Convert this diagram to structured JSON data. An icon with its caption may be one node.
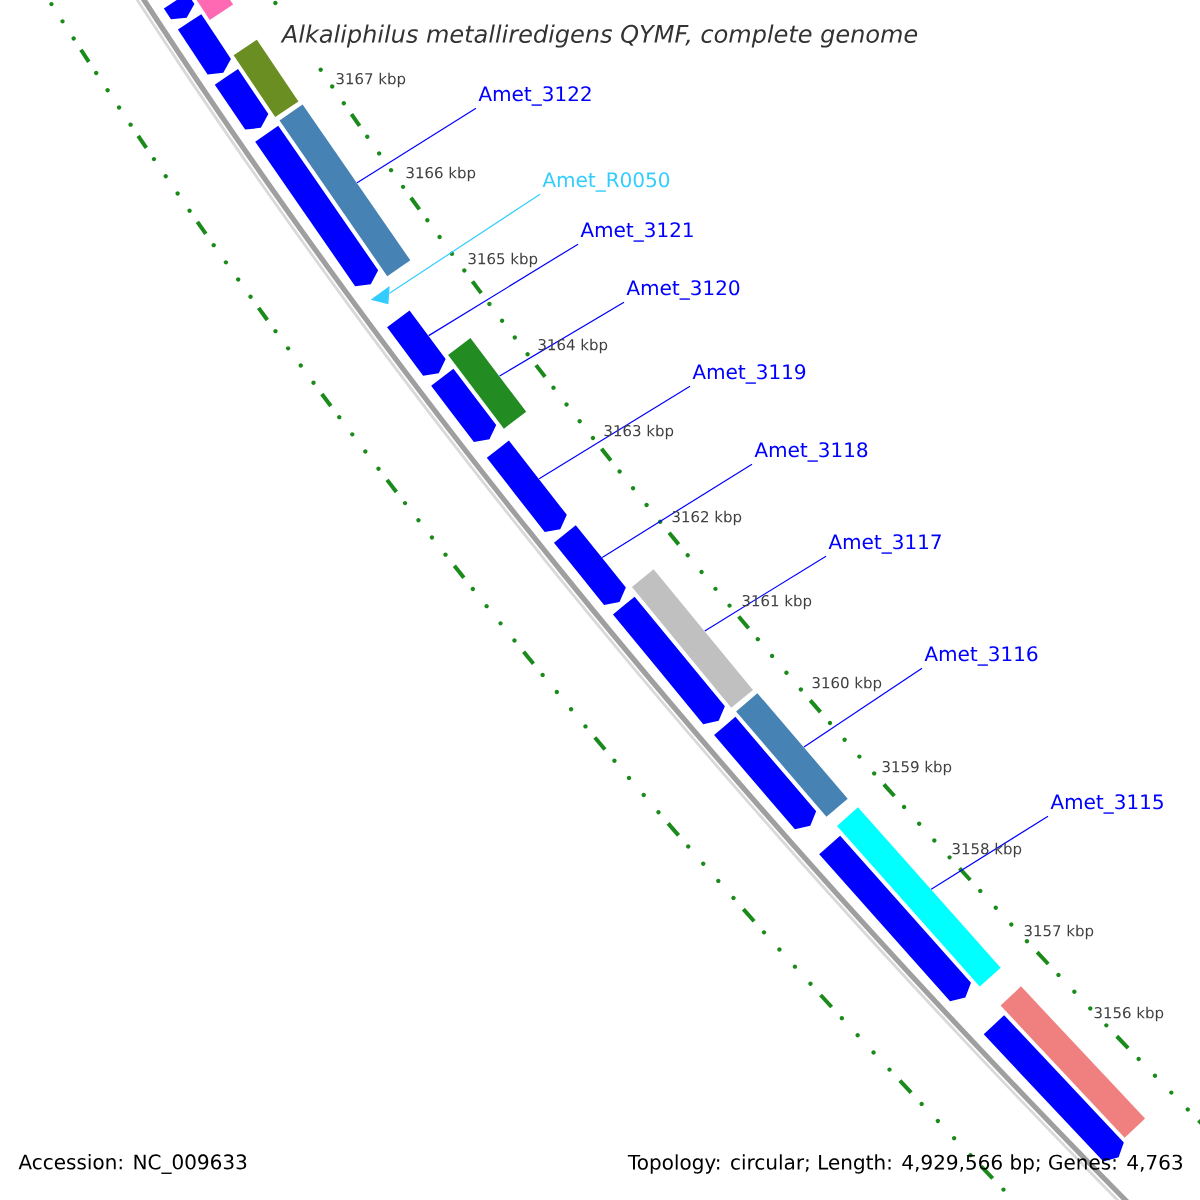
{
  "diagram": {
    "title": "Alkaliphilus metalliredigens QYMF, complete genome",
    "nodes": [
      {
        "text": [
          "Amet_3122"
        ]
      },
      {
        "text": [
          "Amet_R0050"
        ]
      },
      {
        "text": [
          "Amet_3121"
        ]
      },
      {
        "text": [
          "Amet_3120"
        ]
      },
      {
        "text": [
          "Amet_3119"
        ]
      },
      {
        "text": [
          "Amet_3118"
        ]
      },
      {
        "text": [
          "Amet_3117"
        ]
      },
      {
        "text": [
          "Amet_3116"
        ]
      },
      {
        "text": [
          "Amet_3115"
        ]
      },
      {
        "text": [],
        "shape": "pentagon"
      },
      {
        "text": [],
        "shape": "bar"
      },
      {
        "text": [],
        "shape": "pentagon"
      },
      {
        "text": [],
        "shape": "bar"
      },
      {
        "text": [],
        "shape": "pentagon"
      },
      {
        "text": [],
        "shape": "bar"
      },
      {
        "text": [],
        "shape": "pentagon"
      },
      {
        "text": [],
        "shape": "triangle"
      },
      {
        "text": [],
        "shape": "pentagon"
      },
      {
        "text": [],
        "shape": "bar"
      },
      {
        "text": [],
        "shape": "pentagon"
      },
      {
        "text": [],
        "shape": "pentagon"
      },
      {
        "text": [],
        "shape": "pentagon"
      },
      {
        "text": [],
        "shape": "bar"
      },
      {
        "text": [],
        "shape": "pentagon"
      },
      {
        "text": [],
        "shape": "bar"
      },
      {
        "text": [],
        "shape": "pentagon"
      },
      {
        "text": [],
        "shape": "bar"
      },
      {
        "text": [],
        "shape": "pentagon"
      },
      {
        "text": [],
        "shape": "bar"
      },
      {
        "text": [],
        "shape": "pentagon"
      }
    ],
    "edges": [
      {
        "from": 0,
        "to": 14,
        "arrow": "none"
      },
      {
        "from": 1,
        "to": 16,
        "arrow": "none",
        "color": "#33ccff"
      },
      {
        "from": 2,
        "to": 17,
        "arrow": "none"
      },
      {
        "from": 3,
        "to": 18,
        "arrow": "none"
      },
      {
        "from": 4,
        "to": 20,
        "arrow": "none"
      },
      {
        "from": 5,
        "to": 21,
        "arrow": "none"
      },
      {
        "from": 6,
        "to": 22,
        "arrow": "none"
      },
      {
        "from": 7,
        "to": 24,
        "arrow": "none"
      },
      {
        "from": 8,
        "to": 26,
        "arrow": "none"
      }
    ],
    "labels": [
      "3167 kbp",
      "3166 kbp",
      "3165 kbp",
      "3164 kbp",
      "3163 kbp",
      "3162 kbp",
      "3161 kbp",
      "3160 kbp",
      "3159 kbp",
      "3158 kbp",
      "3157 kbp",
      "3156 kbp",
      "Accession: NC_009633",
      "Topology: circular; Length: 4,929,566 bp; Genes: 4,763"
    ]
  }
}
